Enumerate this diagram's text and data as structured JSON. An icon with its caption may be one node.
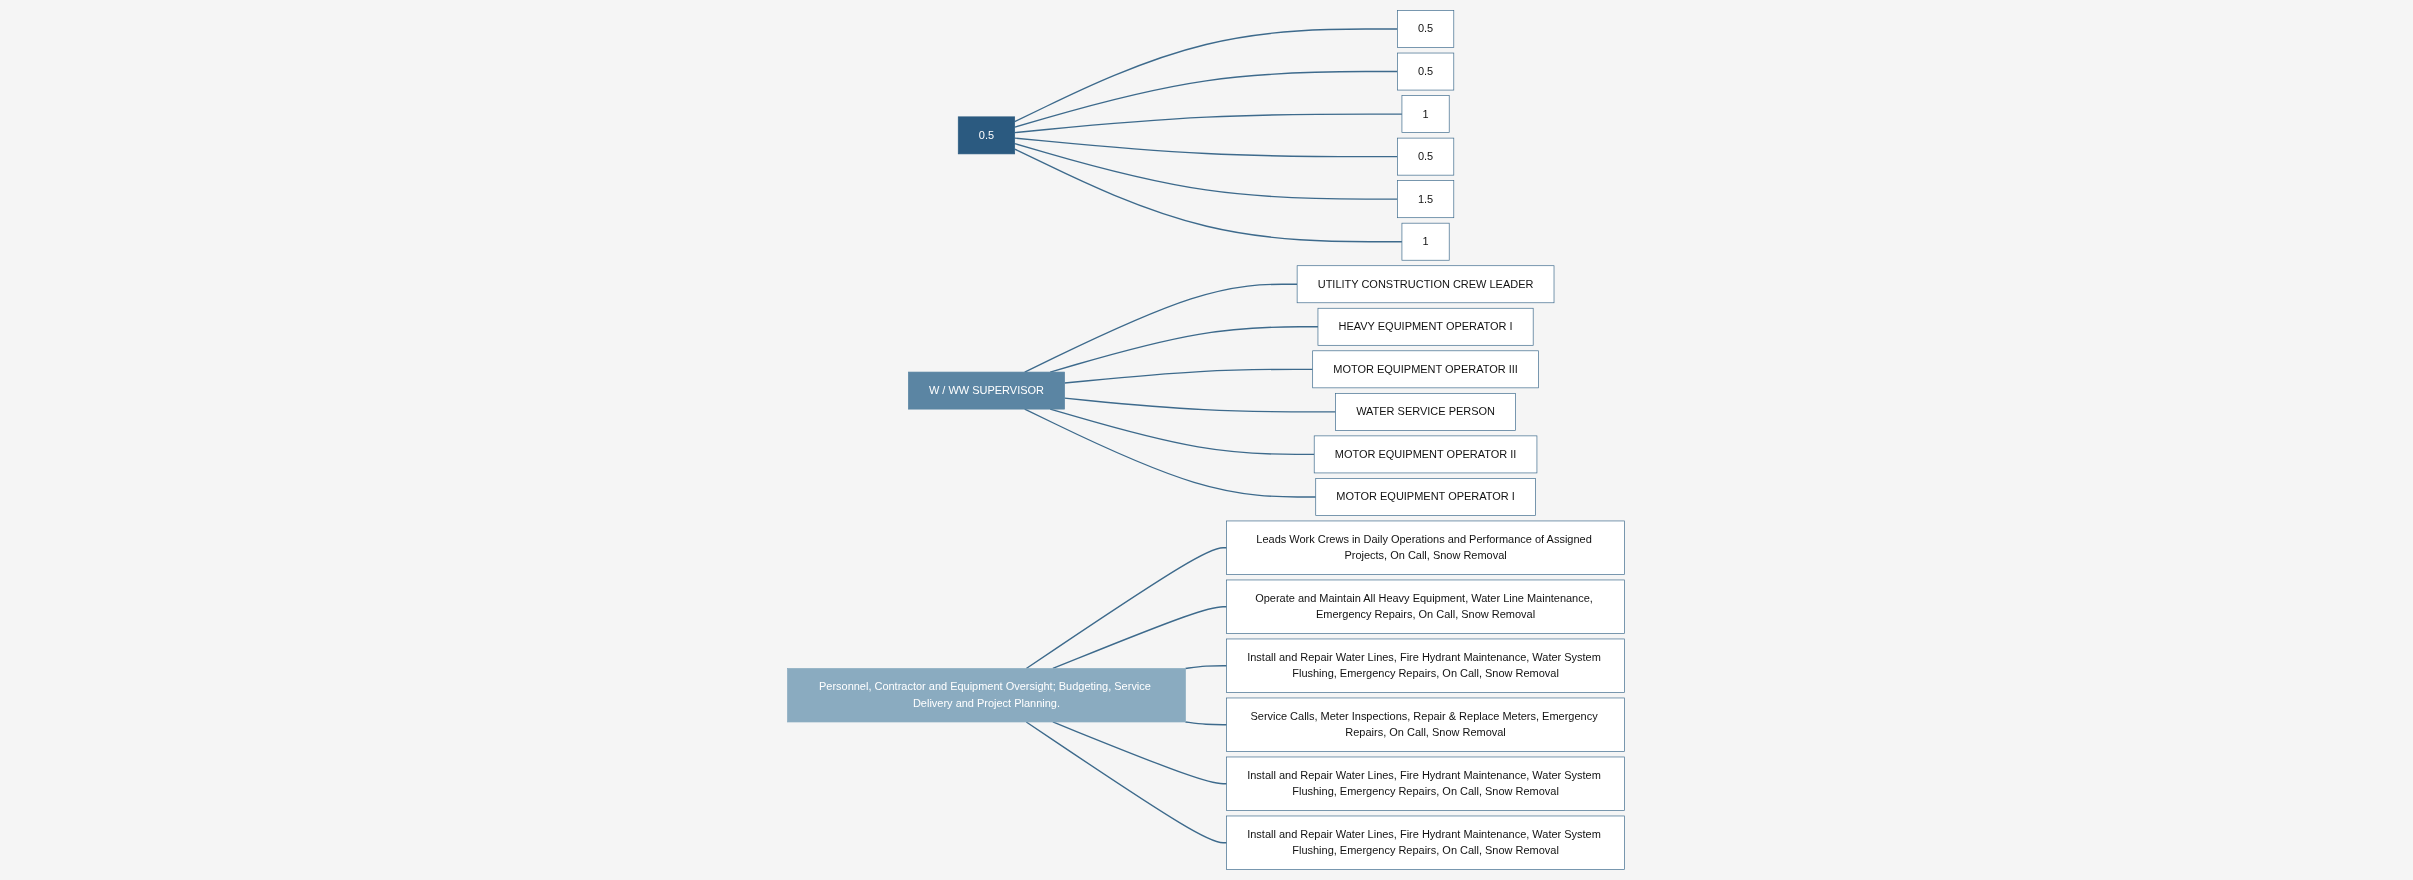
{
  "diagram": {
    "nodes": [
      {
        "text": [
          "0.5"
        ]
      },
      {
        "text": [
          "0.5"
        ]
      },
      {
        "text": [
          "0.5"
        ]
      },
      {
        "text": [
          "1"
        ]
      },
      {
        "text": [
          "0.5"
        ]
      },
      {
        "text": [
          "1.5"
        ]
      },
      {
        "text": [
          "1"
        ]
      },
      {
        "text": [
          "W / WW SUPERVISOR"
        ]
      },
      {
        "text": [
          "UTILITY CONSTRUCTION CREW LEADER"
        ]
      },
      {
        "text": [
          "HEAVY EQUIPMENT OPERATOR I"
        ]
      },
      {
        "text": [
          "MOTOR EQUIPMENT OPERATOR III"
        ]
      },
      {
        "text": [
          "WATER SERVICE PERSON"
        ]
      },
      {
        "text": [
          "MOTOR EQUIPMENT OPERATOR II"
        ]
      },
      {
        "text": [
          "MOTOR EQUIPMENT OPERATOR I"
        ]
      },
      {
        "text": [
          "Personnel, Contractor and Equipment Oversight; Budgeting, Service Delivery and Project Planning."
        ]
      },
      {
        "text": [
          "Leads Work Crews in Daily Operations and Performance of Assigned Projects, On Call, Snow Removal"
        ]
      },
      {
        "text": [
          "Operate and Maintain All Heavy Equipment, Water Line Maintenance, Emergency Repairs, On Call, Snow Removal"
        ]
      },
      {
        "text": [
          "Install and Repair Water Lines, Fire Hydrant Maintenance, Water System Flushing, Emergency Repairs, On Call, Snow Removal"
        ]
      },
      {
        "text": [
          "Service Calls, Meter Inspections, Repair & Replace Meters, Emergency Repairs, On Call, Snow Removal"
        ]
      },
      {
        "text": [
          "Install and Repair Water Lines, Fire Hydrant Maintenance, Water System Flushing, Emergency Repairs, On Call, Snow Removal"
        ]
      },
      {
        "text": [
          "Install and Repair Water Lines, Fire Hydrant Maintenance, Water System Flushing, Emergency Repairs, On Call, Snow Removal"
        ]
      }
    ],
    "edges": [
      {
        "from": 0,
        "to": 1,
        "arrow": "none"
      },
      {
        "from": 0,
        "to": 2,
        "arrow": "none"
      },
      {
        "from": 0,
        "to": 3,
        "arrow": "none"
      },
      {
        "from": 0,
        "to": 4,
        "arrow": "none"
      },
      {
        "from": 0,
        "to": 5,
        "arrow": "none"
      },
      {
        "from": 0,
        "to": 6,
        "arrow": "none"
      },
      {
        "from": 7,
        "to": 8,
        "arrow": "none"
      },
      {
        "from": 7,
        "to": 9,
        "arrow": "none"
      },
      {
        "from": 7,
        "to": 10,
        "arrow": "none"
      },
      {
        "from": 7,
        "to": 11,
        "arrow": "none"
      },
      {
        "from": 7,
        "to": 12,
        "arrow": "none"
      },
      {
        "from": 7,
        "to": 13,
        "arrow": "none"
      },
      {
        "from": 14,
        "to": 15,
        "arrow": "none"
      },
      {
        "from": 14,
        "to": 16,
        "arrow": "none"
      },
      {
        "from": 14,
        "to": 17,
        "arrow": "none"
      },
      {
        "from": 14,
        "to": 18,
        "arrow": "none"
      },
      {
        "from": 14,
        "to": 19,
        "arrow": "none"
      },
      {
        "from": 14,
        "to": 20,
        "arrow": "none"
      }
    ]
  }
}
